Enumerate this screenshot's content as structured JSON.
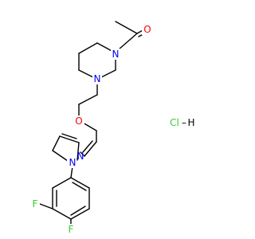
{
  "molecule": {
    "atoms": {
      "O_carbonyl": {
        "label": "O",
        "color": "#ff0000"
      },
      "N_piperazine_top": {
        "label": "N",
        "color": "#0000ff"
      },
      "N_piperazine_bottom": {
        "label": "N",
        "color": "#0000ff"
      },
      "O_ether": {
        "label": "O",
        "color": "#ff0000"
      },
      "N_pyrazole_1": {
        "label": "N",
        "color": "#0000ff"
      },
      "N_pyrazole_2": {
        "label": "N",
        "color": "#0000ff"
      },
      "F_meta": {
        "label": "F",
        "color": "#33cc33"
      },
      "F_para": {
        "label": "F",
        "color": "#33cc33"
      }
    },
    "salt": {
      "label": "Cl",
      "bond": "–",
      "hydrogen": "H",
      "color_cl": "#33cc33",
      "color_h": "#000000"
    }
  }
}
